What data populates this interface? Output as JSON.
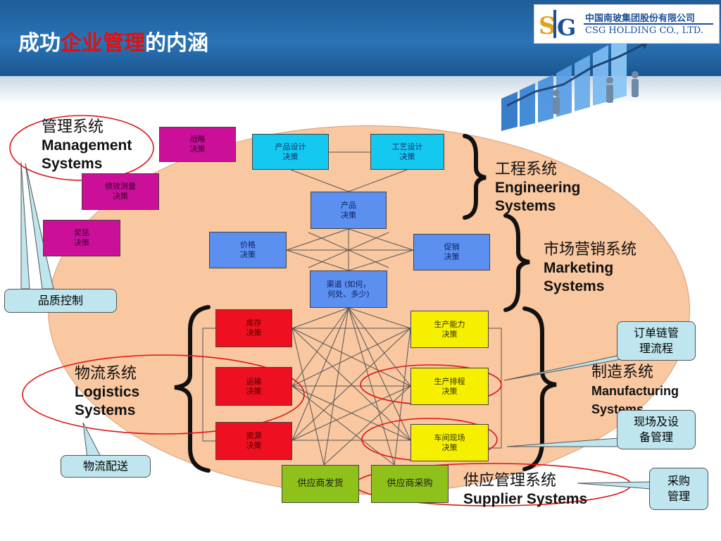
{
  "header": {
    "title_prefix": "成功",
    "title_highlight": "企业管理",
    "title_suffix": "的内涵"
  },
  "logo": {
    "company_cn": "中国南玻集团股份有限公司",
    "company_en": "CSG HOLDING CO., LTD."
  },
  "systems": {
    "management": {
      "cn": "管理系统",
      "en_line1": "Management",
      "en_line2": "Systems"
    },
    "engineering": {
      "cn": "工程系统",
      "en_line1": "Engineering",
      "en_line2": "Systems"
    },
    "marketing": {
      "cn": "市场营销系统",
      "en_line1": "Marketing",
      "en_line2": "Systems"
    },
    "logistics": {
      "cn": "物流系统",
      "en_line1": "Logistics",
      "en_line2": "Systems"
    },
    "manufacturing": {
      "cn": "制造系统",
      "en_line1": "Manufacturing",
      "en_line2": "Systems"
    },
    "supplier": {
      "cn": "供应管理系统",
      "en_line1": "Supplier Systems"
    }
  },
  "boxes": {
    "strategy": "战略\n决策",
    "performance": "绩效测量\n决策",
    "reward": "奖惩\n决策",
    "product_design": "产品设计\n决策",
    "process_design": "工艺设计\n决策",
    "product": "产品\n决策",
    "price": "价格\n决策",
    "promotion": "促销\n决策",
    "channel": "渠道 (如何，\n何处、多少)",
    "inventory": "库存\n决策",
    "transport": "运输\n决策",
    "resource": "资源\n决策",
    "capacity": "生产能力\n决策",
    "scheduling": "生产排程\n决策",
    "shopfloor": "车间现场\n决策",
    "supplier_delivery": "供应商发货",
    "supplier_purchase": "供应商采购"
  },
  "callouts": {
    "quality": "品质控制",
    "distribution": "物流配送",
    "order_chain": "订单链管\n理流程",
    "equipment": "现场及设\n备管理",
    "procurement": "采购\n管理"
  },
  "colors": {
    "header": "#2a73b6",
    "ellipse": "#f9c7a0",
    "highlight_red": "#e01010",
    "callout": "#bfe6ee"
  }
}
